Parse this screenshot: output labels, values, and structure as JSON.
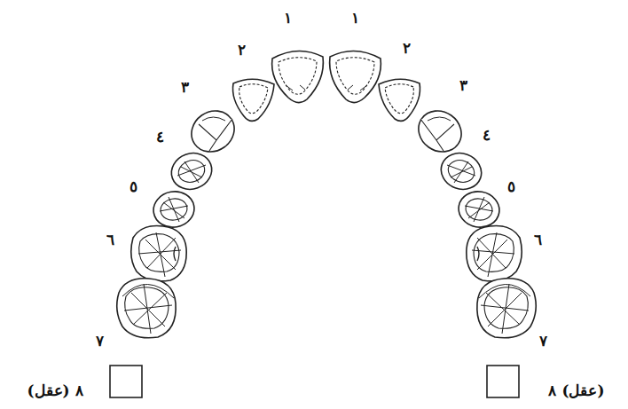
{
  "diagram": {
    "labels": [
      "١",
      "١",
      "٢",
      "٢",
      "٣",
      "٣",
      "٤",
      "٤",
      "٥",
      "٥",
      "٦",
      "٦",
      "٧",
      "٧",
      "٨ (عقل)",
      "(عقل) ٨"
    ]
  }
}
